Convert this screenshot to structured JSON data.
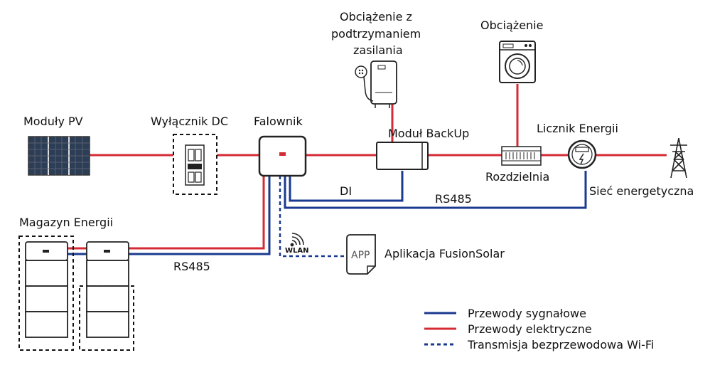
{
  "labels": {
    "pv_modules": "Moduły PV",
    "dc_switch": "Wyłącznik DC",
    "inverter": "Falownik",
    "backup_load_line1": "Obciążenie z",
    "backup_load_line2": "podtrzymaniem",
    "backup_load_line3": "zasilania",
    "load": "Obciążenie",
    "backup_module": "Moduł BackUp",
    "energy_meter": "Licznik Energii",
    "distribution_board": "Rozdzielnia",
    "grid": "Sieć energetyczna",
    "di": "DI",
    "rs485_meter": "RS485",
    "rs485_battery": "RS485",
    "energy_storage": "Magazyn Energii",
    "wlan": "WLAN",
    "app_icon_text": "APP",
    "app_name": "Aplikacja FusionSolar"
  },
  "legend": {
    "signal": "Przewody sygnałowe",
    "electric": "Przewody elektryczne",
    "wifi": "Transmisja bezprzewodowa Wi-Fi"
  },
  "colors": {
    "signal": "#1a3a8f",
    "electric": "#d62b35",
    "wifi": "#1a3a8f"
  },
  "icons": {
    "pv": "solar-panel-icon",
    "dc_switch": "dc-switch-icon",
    "inverter": "inverter-icon",
    "heater": "water-heater-icon",
    "washer": "washing-machine-icon",
    "backup": "backup-box-icon",
    "board": "distribution-board-icon",
    "meter": "energy-meter-icon",
    "tower": "power-tower-icon",
    "battery": "battery-module-icon",
    "wifi": "wifi-icon",
    "app": "app-file-icon"
  }
}
